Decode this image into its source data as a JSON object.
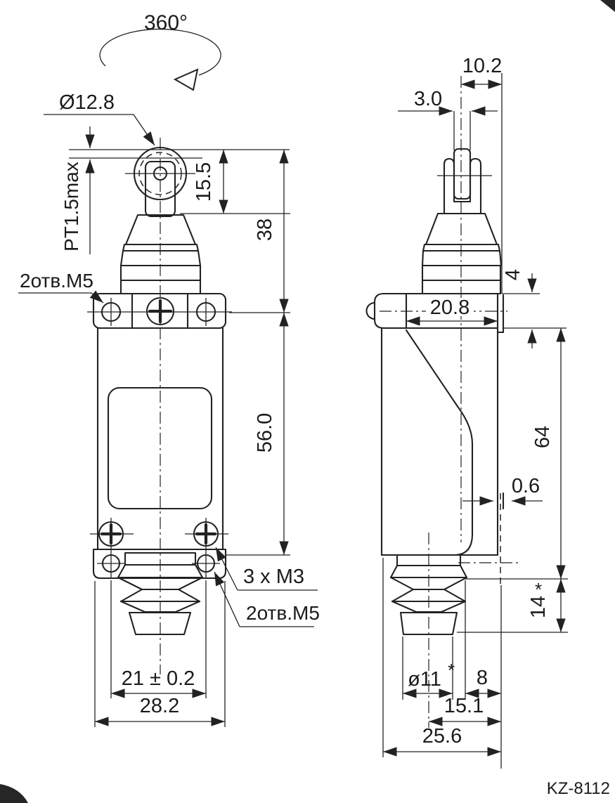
{
  "drawing": {
    "code": "KZ-8112",
    "labels": {
      "rotation": "360°",
      "roller_dia": "Ø12.8",
      "pretravel": "PT1.5max",
      "holes_top": "2отв.M5",
      "screws_m3": "3 x M3",
      "holes_bottom": "2отв.M5"
    },
    "front": {
      "roller_height": "15.5",
      "head_height": "38",
      "body_height": "56.0",
      "hole_spacing": "21 ± 0.2",
      "width": "28.2"
    },
    "side": {
      "lever_width": "10.2",
      "roller_thickness": "3.0",
      "flange_thickness": "4",
      "flange_depth": "20.8",
      "height": "64",
      "gap": "0.6",
      "travel": "14",
      "travel_star": "*",
      "plunger_dia": "ø11",
      "plunger_dia_star": "*",
      "back_offset": "8",
      "plunger_offset": "15.1",
      "depth": "25.6"
    }
  }
}
